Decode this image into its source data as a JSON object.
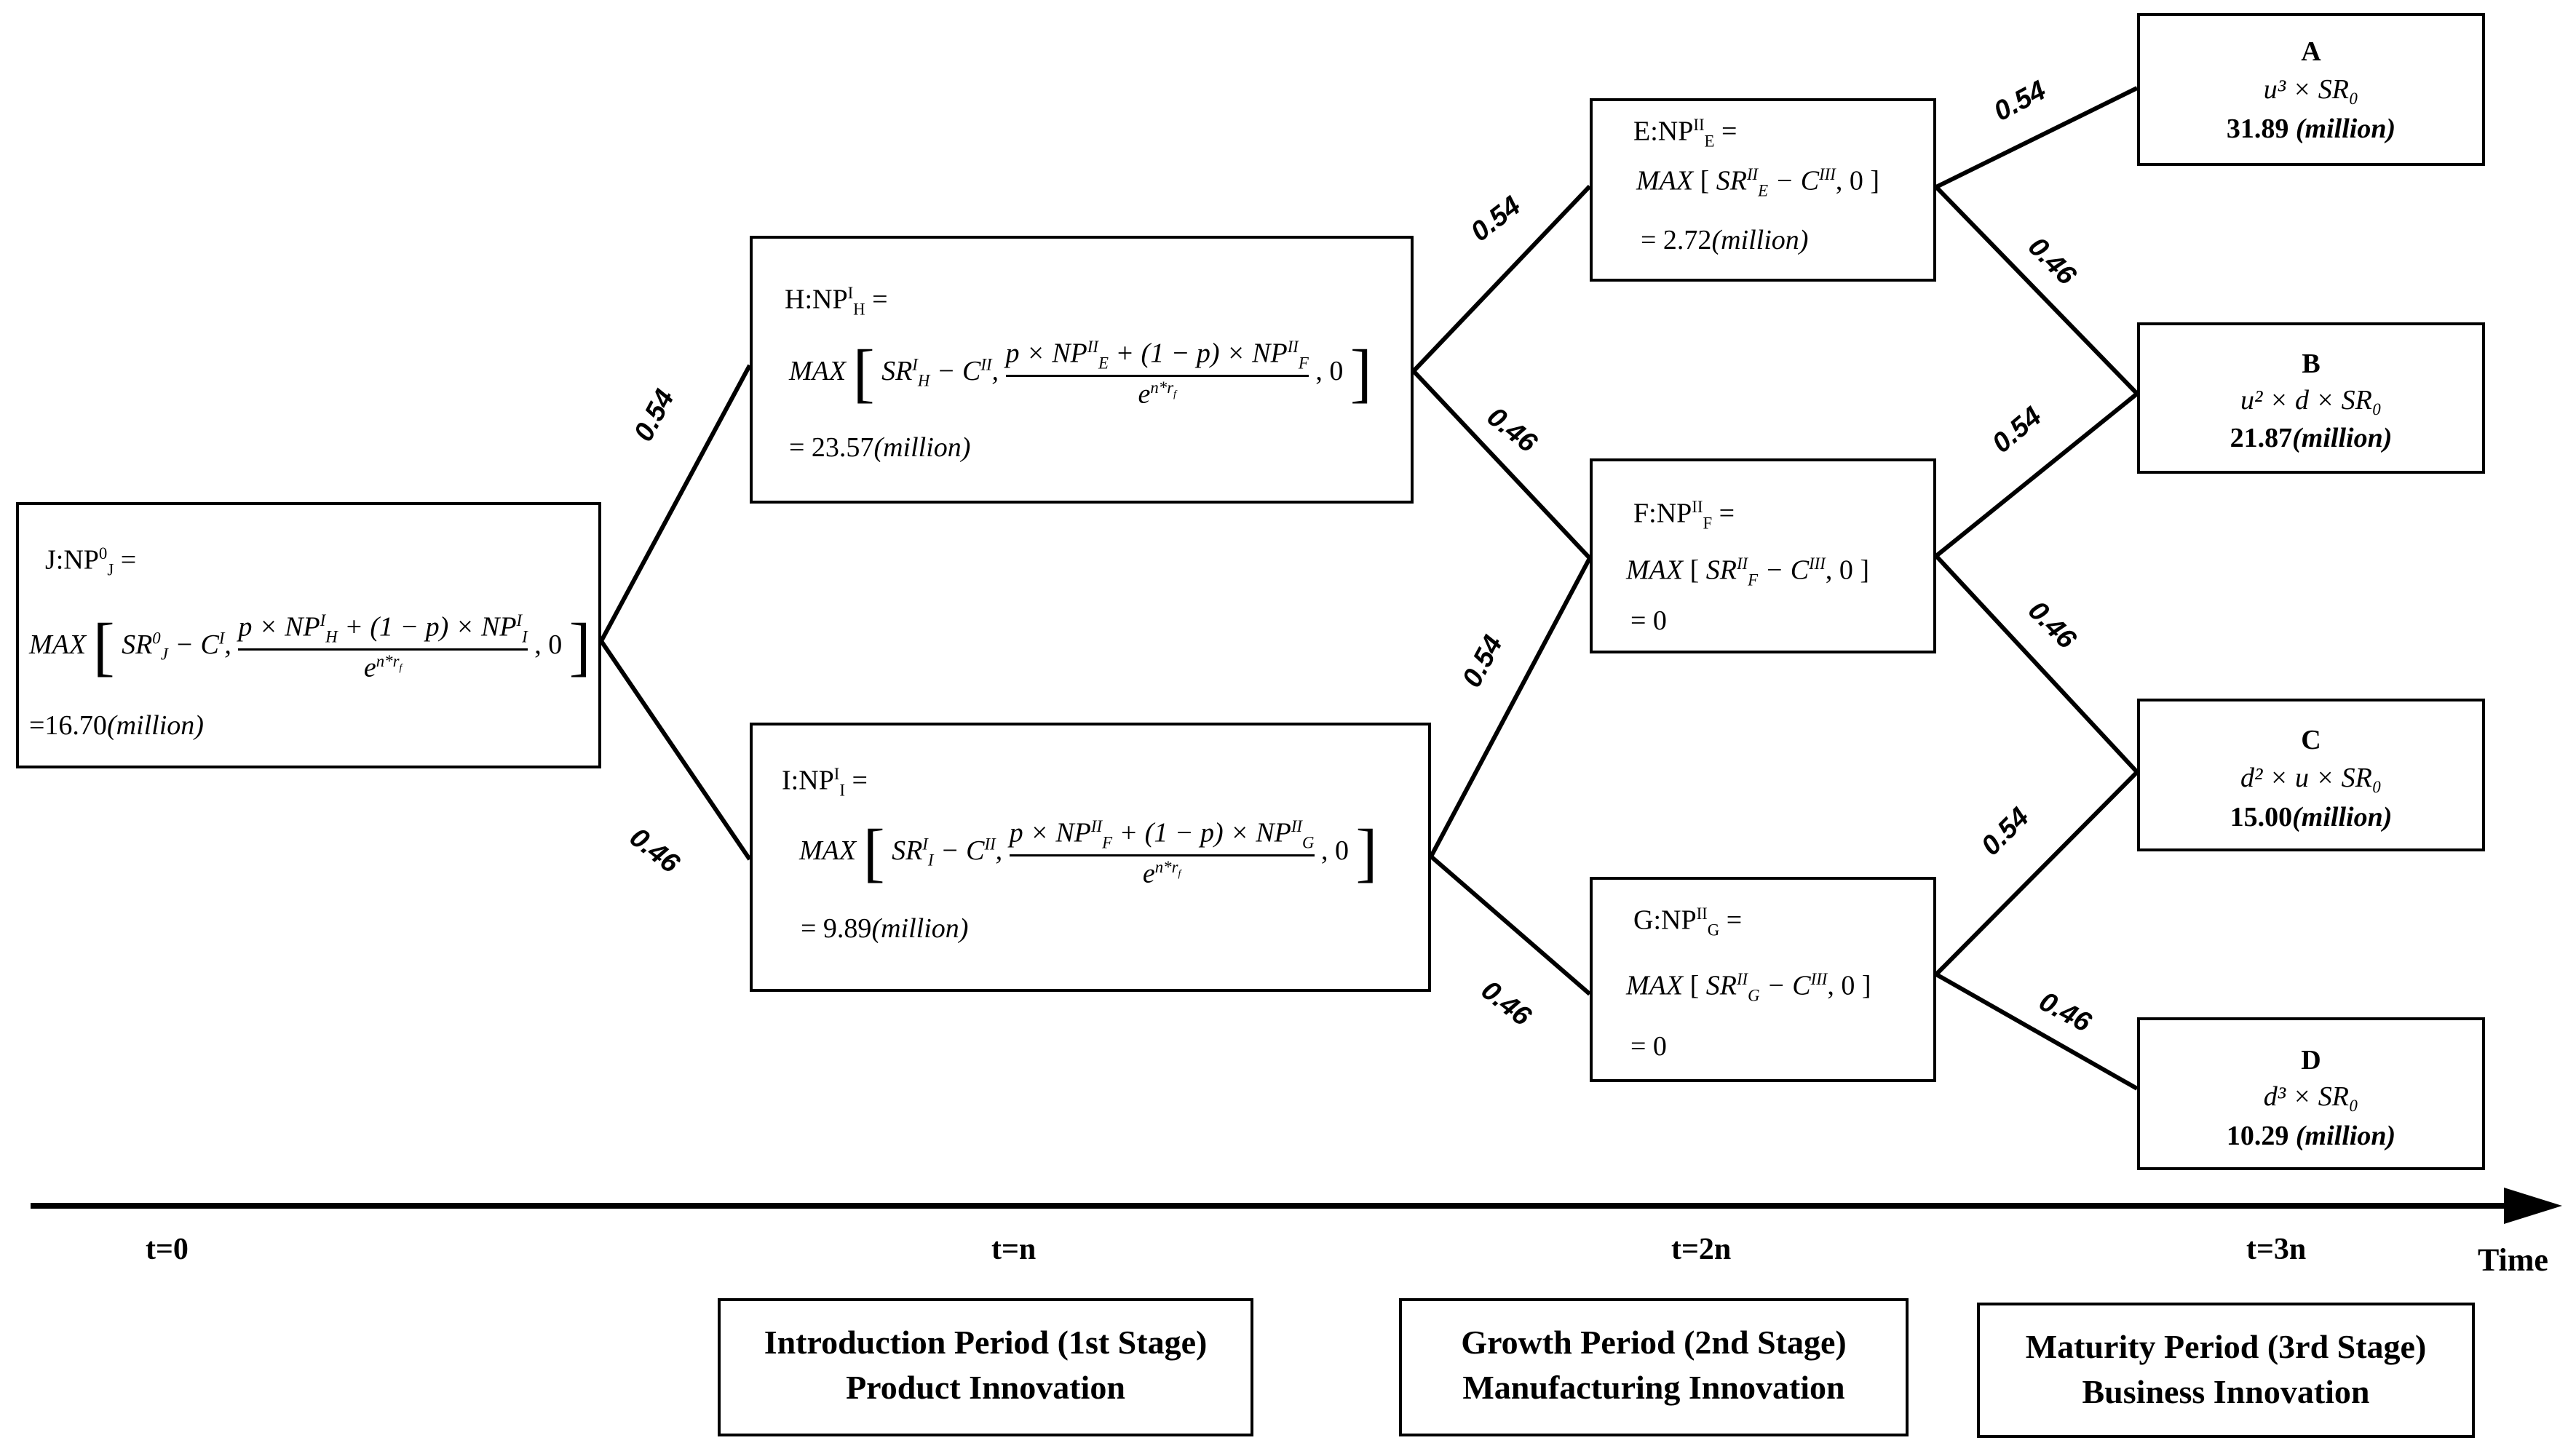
{
  "nodes": {
    "J": {
      "head": "J:NP",
      "head_sup": "0",
      "head_sub": "J",
      "eq": "=",
      "formula": "MAX[SR_J^0 − C^I, (p × NP_H^I + (1 − p) × NP_I^I) / e^(n*r_f), 0]",
      "value": "=16.70",
      "unit": "(million)"
    },
    "H": {
      "head": "H:NP",
      "head_sup": "I",
      "head_sub": "H",
      "eq": "=",
      "formula": "MAX[SR_H^I − C^II, (p × NP_E^II + (1 − p) × NP_F^II) / e^(n*r_f), 0]",
      "value": "= 23.57",
      "unit": "(million)"
    },
    "I": {
      "head": "I:NP",
      "head_sup": "I",
      "head_sub": "I",
      "eq": "=",
      "formula": "MAX[SR_I^I − C^II, (p × NP_F^II + (1 − p) × NP_G^II) / e^(n*r_f), 0]",
      "value": "= 9.89",
      "unit": "(million)"
    },
    "E": {
      "head": "E:NP",
      "head_sup": "II",
      "head_sub": "E",
      "eq": "=",
      "formula": "MAX[SR_E^II − C^III, 0]",
      "value": "= 2.72",
      "unit": "(million)"
    },
    "F": {
      "head": "F:NP",
      "head_sup": "II",
      "head_sub": "F",
      "eq": "=",
      "formula": "MAX[SR_F^II − C^III, 0]",
      "value": "= 0",
      "unit": ""
    },
    "G": {
      "head": "G:NP",
      "head_sup": "II",
      "head_sub": "G",
      "eq": "=",
      "formula": "MAX[SR_G^II − C^III, 0]",
      "value": "= 0",
      "unit": ""
    }
  },
  "terminals": {
    "A": {
      "label": "A",
      "expr": "u³ × SR₀",
      "value": "31.89",
      "unit": "(million)"
    },
    "B": {
      "label": "B",
      "expr": "u² × d × SR₀",
      "value": "21.87",
      "unit": "(million)"
    },
    "C": {
      "label": "C",
      "expr": "d² × u × SR₀",
      "value": "15.00",
      "unit": "(million)"
    },
    "D": {
      "label": "D",
      "expr": "d³ × SR₀",
      "value": "10.29",
      "unit": "(million)"
    }
  },
  "probabilities": {
    "up": "0.54",
    "down": "0.46"
  },
  "timeline": {
    "labels": [
      "t=0",
      "t=n",
      "t=2n",
      "t=3n"
    ],
    "axis_label": "Time"
  },
  "stages": [
    {
      "line1": "Introduction Period (1st Stage)",
      "line2": "Product Innovation"
    },
    {
      "line1": "Growth Period (2nd Stage)",
      "line2": "Manufacturing Innovation"
    },
    {
      "line1": "Maturity Period (3rd Stage)",
      "line2": "Business Innovation"
    }
  ],
  "formula_symbols": {
    "max": "MAX",
    "sr": "SR",
    "c": "C",
    "np": "NP",
    "p": "p",
    "times": "×",
    "one_minus_p": "(1 − p)",
    "exp": "e",
    "exp_sup": "n*r",
    "exp_sub": "f",
    "zero": "0",
    "comma": ",",
    "minus": "−",
    "plus": "+"
  }
}
